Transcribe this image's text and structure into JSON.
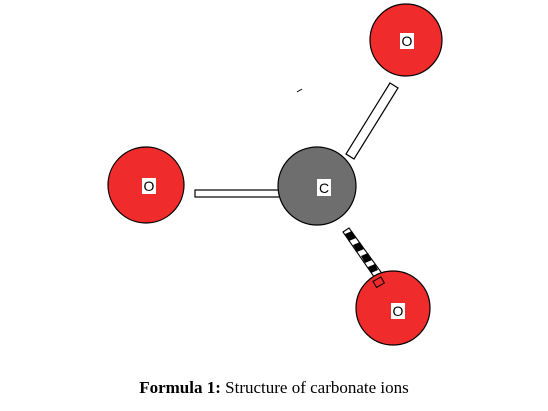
{
  "atoms": {
    "top_oxygen": {
      "label": "O",
      "element": "oxygen"
    },
    "left_oxygen": {
      "label": "O",
      "element": "oxygen"
    },
    "central_carbon": {
      "label": "C",
      "element": "carbon"
    },
    "bottom_oxygen": {
      "label": "O",
      "element": "oxygen"
    }
  },
  "colors": {
    "oxygen": "#ef2b2b",
    "carbon": "#6e6e6e",
    "outline": "#000000",
    "bond_fill": "#ffffff"
  },
  "caption": {
    "label": "Formula 1:",
    "text": " Structure of carbonate ions"
  }
}
